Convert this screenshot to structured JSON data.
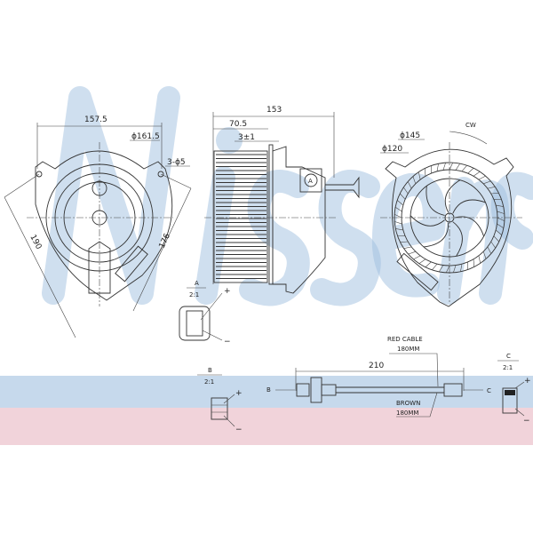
{
  "watermark": "Nissens",
  "colors": {
    "watermark": "#9fbfe0",
    "band_blue": "#c6d9ec",
    "band_pink": "#f1d3da",
    "line": "#333333"
  },
  "front_view": {
    "width": "157.5",
    "diameter": "ϕ161.5",
    "holes": "3-ϕ5",
    "dim_a": "190",
    "dim_b": "176"
  },
  "side_view": {
    "total": "153",
    "depth": "70.5",
    "offset": "3±1",
    "connector_label": "A"
  },
  "rear_view": {
    "rotation": "CW",
    "outer_diameter": "ϕ145",
    "inner_diameter": "ϕ120"
  },
  "detail_a": {
    "title": "A",
    "scale": "2:1",
    "plus": "+",
    "minus": "−"
  },
  "detail_b": {
    "title": "B",
    "scale": "2:1",
    "plus": "+",
    "minus": "−"
  },
  "detail_c": {
    "title": "C",
    "scale": "2:1",
    "plus": "+",
    "minus": "−"
  },
  "cable": {
    "length": "210",
    "red_cable": "RED CABLE",
    "red_length": "180MM",
    "brown": "BROWN",
    "brown_length": "180MM",
    "end_b": "B",
    "end_c": "C"
  }
}
